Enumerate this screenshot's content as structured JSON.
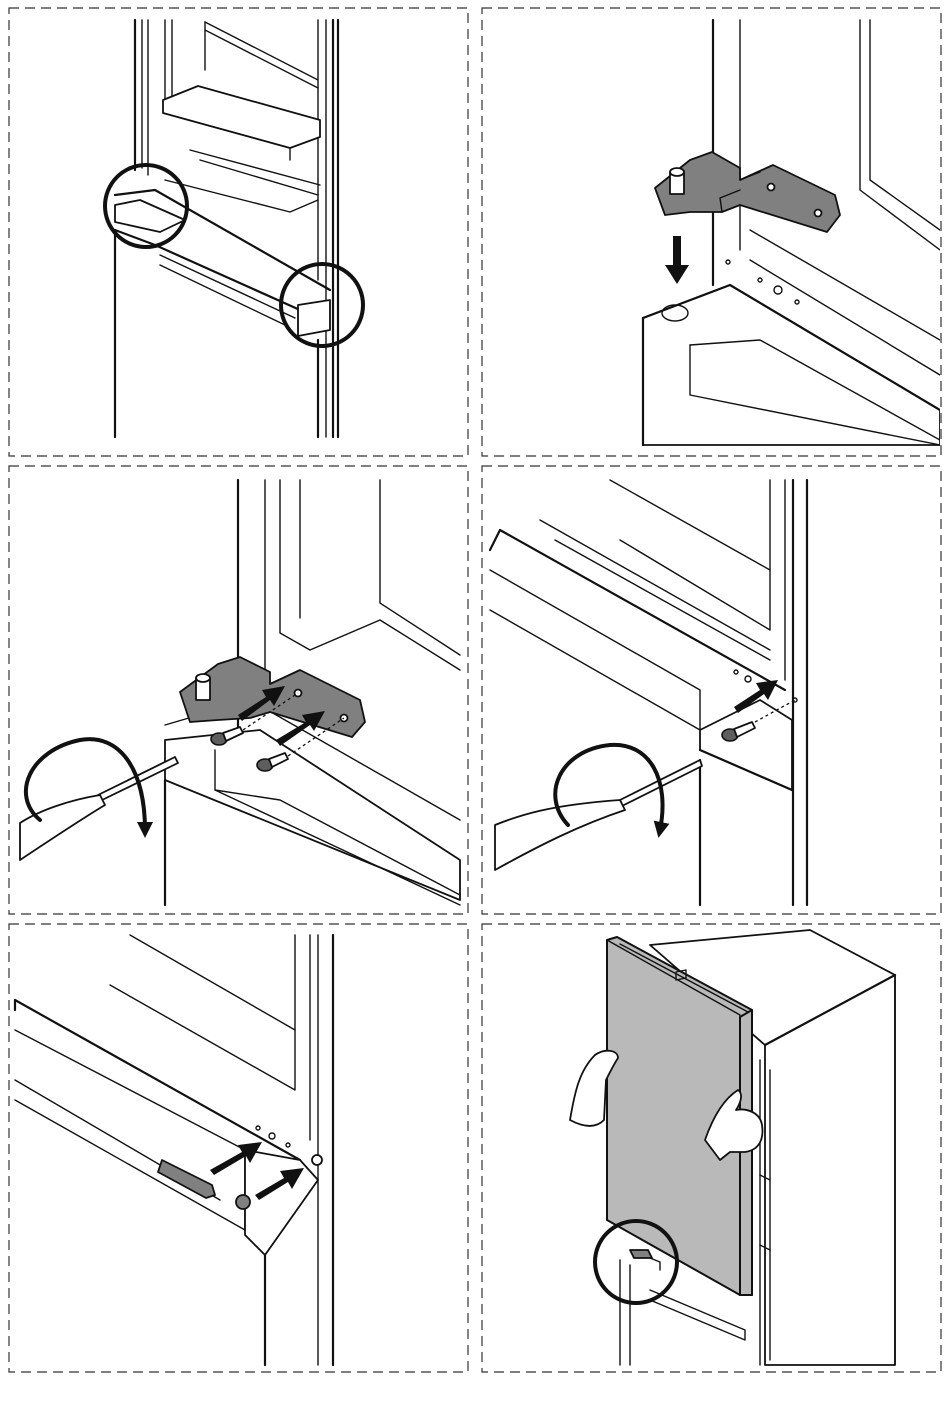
{
  "figure": {
    "panels": [
      {
        "id": 1,
        "icon": "door-bottom-hinge-detail-icon"
      },
      {
        "id": 2,
        "icon": "hinge-placement-icon"
      },
      {
        "id": 3,
        "icon": "hinge-screw-tighten-icon"
      },
      {
        "id": 4,
        "icon": "body-screw-tighten-icon"
      },
      {
        "id": 5,
        "icon": "cover-cap-insert-icon"
      },
      {
        "id": 6,
        "icon": "door-mount-icon"
      }
    ],
    "colors": {
      "outline": "#111111",
      "hinge": "#808080",
      "door_panel": "#b9b9b9",
      "border": "#333333"
    }
  }
}
